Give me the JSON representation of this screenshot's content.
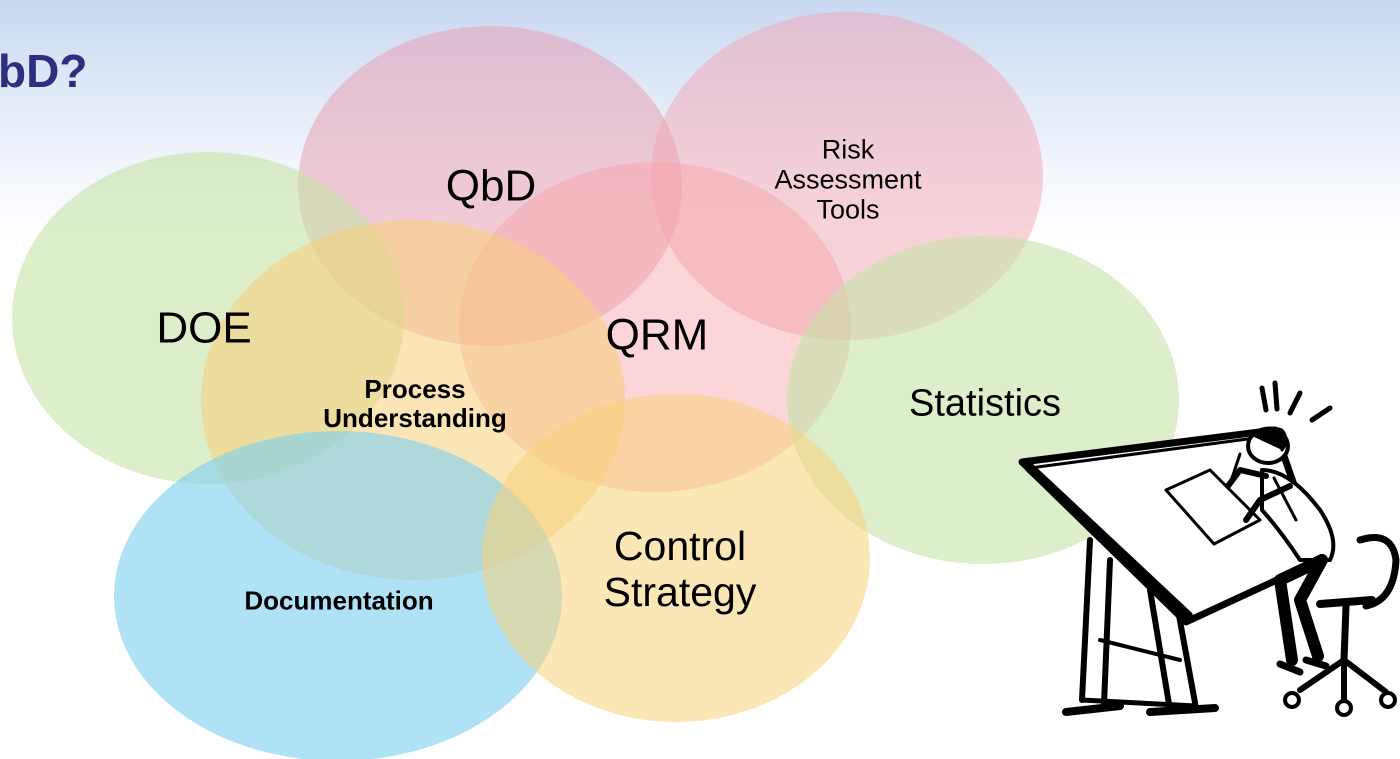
{
  "slide": {
    "title": "bD?"
  },
  "diagram": {
    "nodes": [
      {
        "id": "qbd",
        "label": "QbD",
        "color": "#e7a2b4"
      },
      {
        "id": "risk",
        "label_lines": [
          "Risk",
          "Assessment",
          "Tools"
        ],
        "color": "#f2a5b4"
      },
      {
        "id": "doe",
        "label": "DOE",
        "color": "#c6e3a6"
      },
      {
        "id": "qrm",
        "label": "QRM",
        "color": "#f6a2a6"
      },
      {
        "id": "process",
        "label_lines": [
          "Process",
          "Understanding"
        ],
        "color": "#f7d07a"
      },
      {
        "id": "statistics",
        "label": "Statistics",
        "color": "#c6e3a6"
      },
      {
        "id": "documentation",
        "label": "Documentation",
        "color": "#7fd0f0"
      },
      {
        "id": "control",
        "label_lines": [
          "Control",
          "Strategy"
        ],
        "color": "#f8d27a"
      }
    ]
  },
  "clipart": {
    "icon": "person-at-drafting-table-icon"
  }
}
